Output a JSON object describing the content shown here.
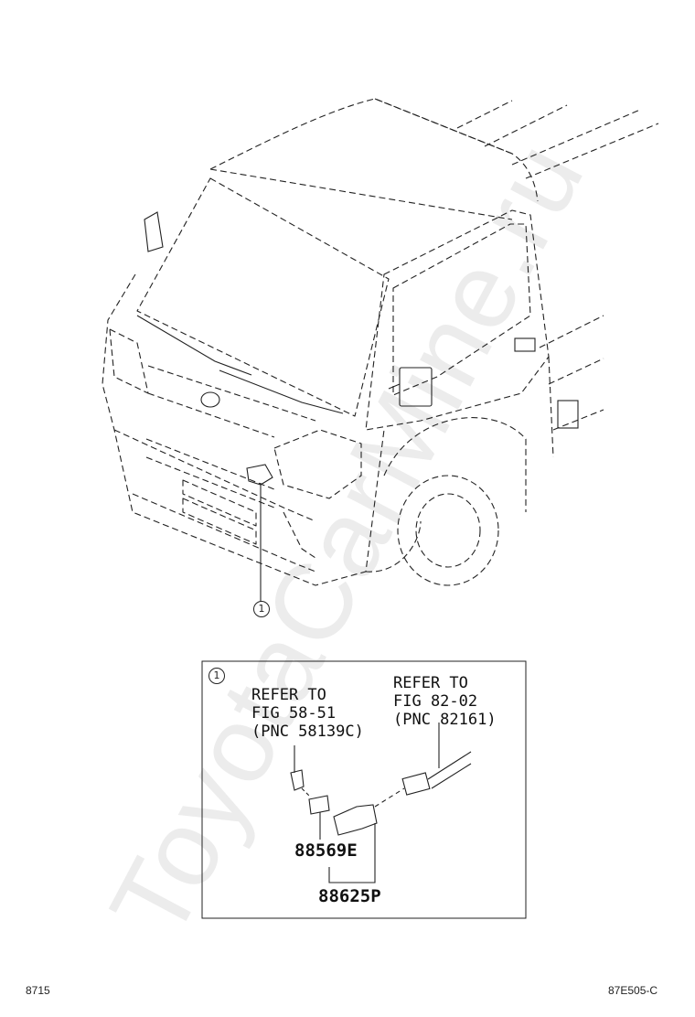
{
  "watermark": "ToyotaCarMine.ru",
  "callouts": {
    "main": "1",
    "detail": "1"
  },
  "refer_left": {
    "line1": "REFER TO",
    "line2": "FIG 58-51",
    "line3": "(PNC 58139C)"
  },
  "refer_right": {
    "line1": "REFER TO",
    "line2": "FIG 82-02",
    "line3": "(PNC 82161)"
  },
  "parts": {
    "inner": "88569E",
    "assembly": "88625P"
  },
  "footer": {
    "left": "8715",
    "right": "87E505-C"
  }
}
